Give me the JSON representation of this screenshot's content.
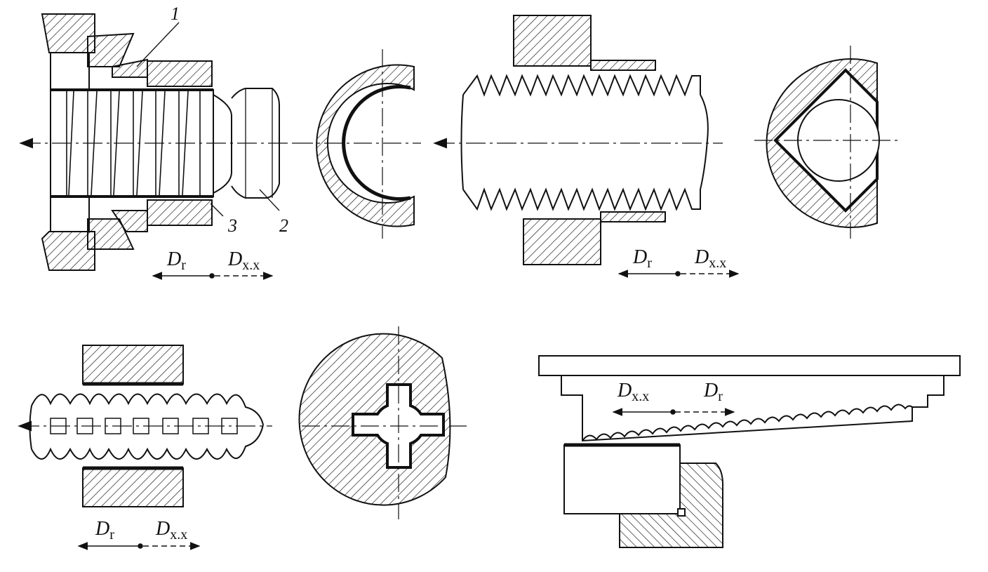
{
  "figure": {
    "part_labels": {
      "p1": "1",
      "p2": "2",
      "p3": "3"
    },
    "motion_labels": {
      "main": "D",
      "main_sub": "r",
      "aux": "D",
      "aux_sub": "x.x"
    }
  },
  "style": {
    "ink": "#111111",
    "hatch": "#111111",
    "paper": "#ffffff"
  }
}
